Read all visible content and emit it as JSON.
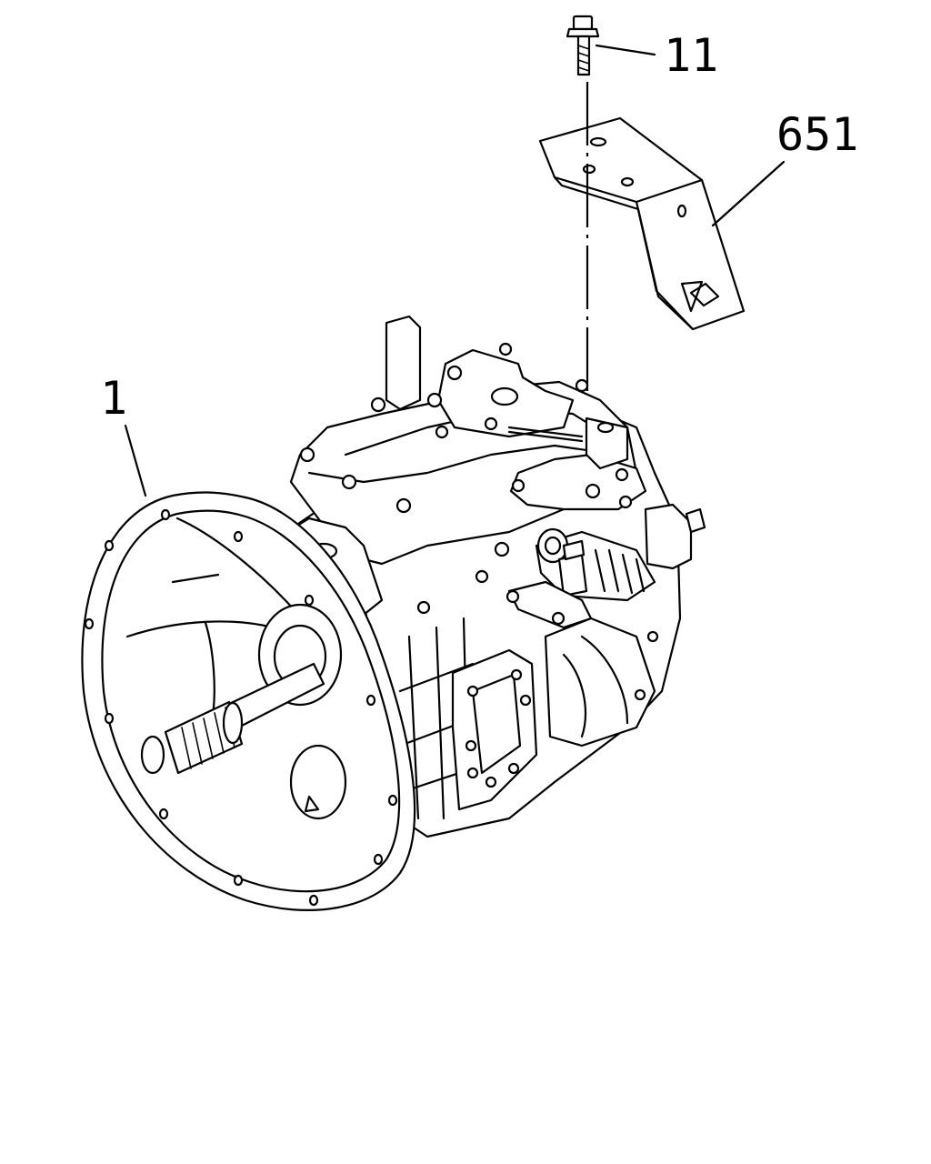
{
  "diagram": {
    "callouts": [
      {
        "id": "bolt",
        "label": "11"
      },
      {
        "id": "bracket",
        "label": "651"
      },
      {
        "id": "transmission",
        "label": "1"
      }
    ]
  }
}
